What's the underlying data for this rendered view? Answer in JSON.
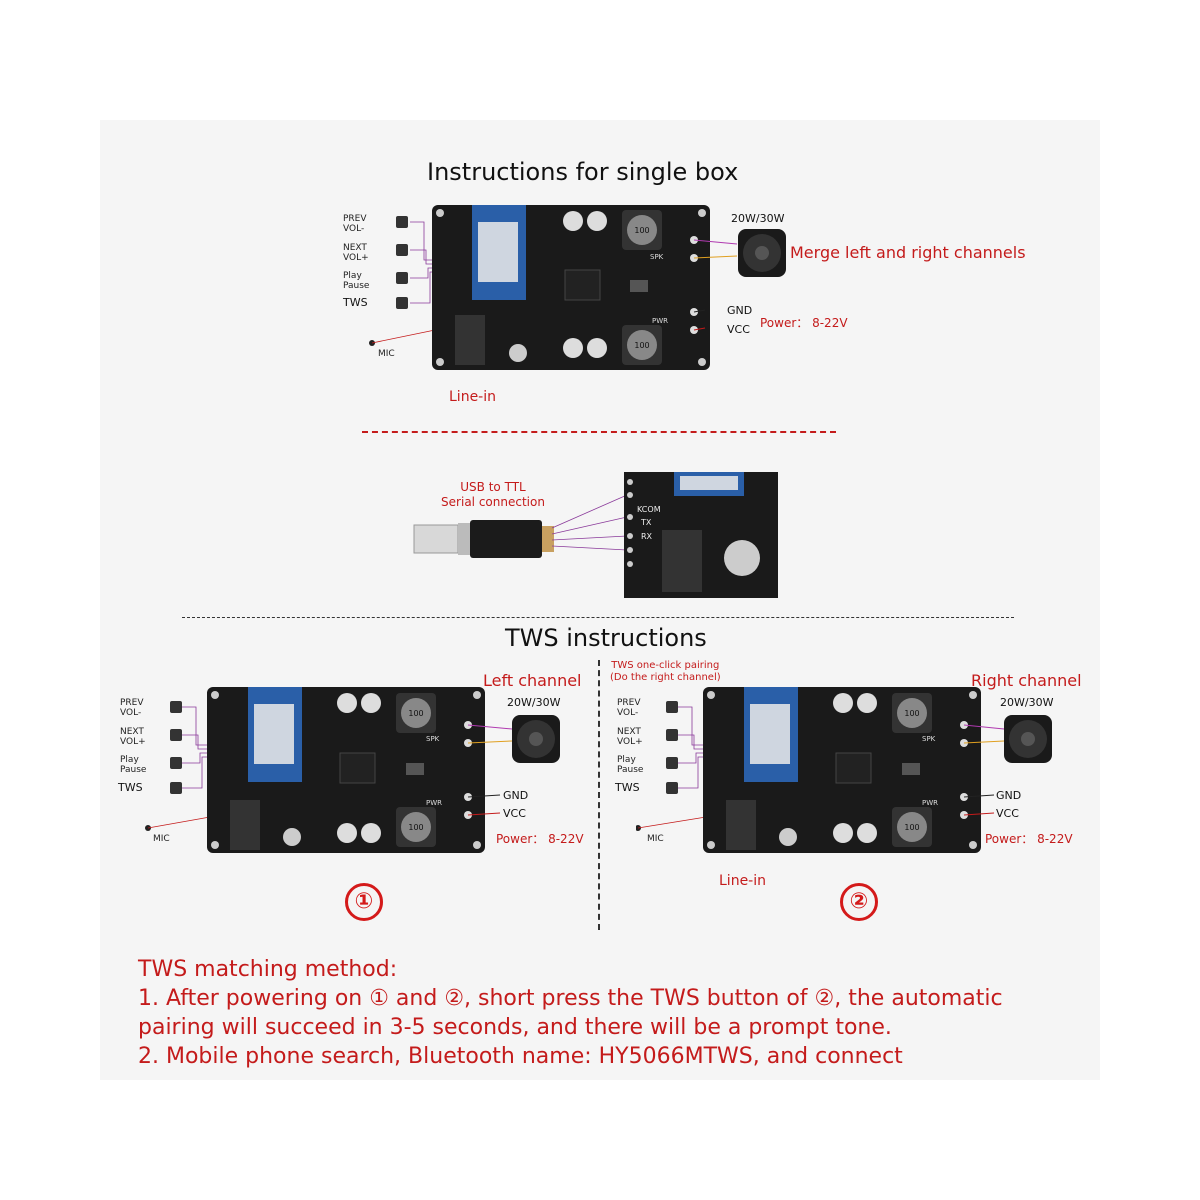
{
  "single": {
    "title": "Instructions for single box",
    "prev": "PREV",
    "vol_minus": "VOL-",
    "next": "NEXT",
    "vol_plus": "VOL+",
    "play": "Play",
    "pause": "Pause",
    "tws": "TWS",
    "mic": "MIC",
    "watt": "20W/30W",
    "merge": "Merge left and right channels",
    "gnd": "GND",
    "vcc": "VCC",
    "power": "Power： 8-22V",
    "linein": "Line-in"
  },
  "usb": {
    "line1": "USB to TTL",
    "line2": "Serial connection",
    "kcom": "KCOM",
    "tx": "TX",
    "rx": "RX"
  },
  "tws": {
    "title": "TWS instructions",
    "left_channel": "Left channel",
    "right_channel": "Right channel",
    "pairing_line1": "TWS one-click pairing",
    "pairing_line2": "(Do the right channel)",
    "watt": "20W/30W",
    "gnd": "GND",
    "vcc": "VCC",
    "power": "Power： 8-22V",
    "linein": "Line-in",
    "mic": "MIC",
    "num1": "①",
    "num2": "②",
    "prev": "PREV",
    "vol_minus": "VOL-",
    "next": "NEXT",
    "vol_plus": "VOL+",
    "play": "Play",
    "pause": "Pause",
    "tws_btn": "TWS"
  },
  "board": {
    "spk": "SPK",
    "pwr": "PWR",
    "inductor": "100"
  },
  "method": {
    "line1": "TWS matching method:",
    "line2": "1. After powering on ① and ②, short press the TWS button of ②, the automatic",
    "line3": "pairing will succeed in 3-5 seconds, and there will be a prompt tone.",
    "line4": "2. Mobile phone search, Bluetooth name: HY5066MTWS, and connect"
  },
  "colors": {
    "accent": "#c41b1b",
    "pcb": "#1a1a1a",
    "bt_module": "#2a5fa8"
  }
}
